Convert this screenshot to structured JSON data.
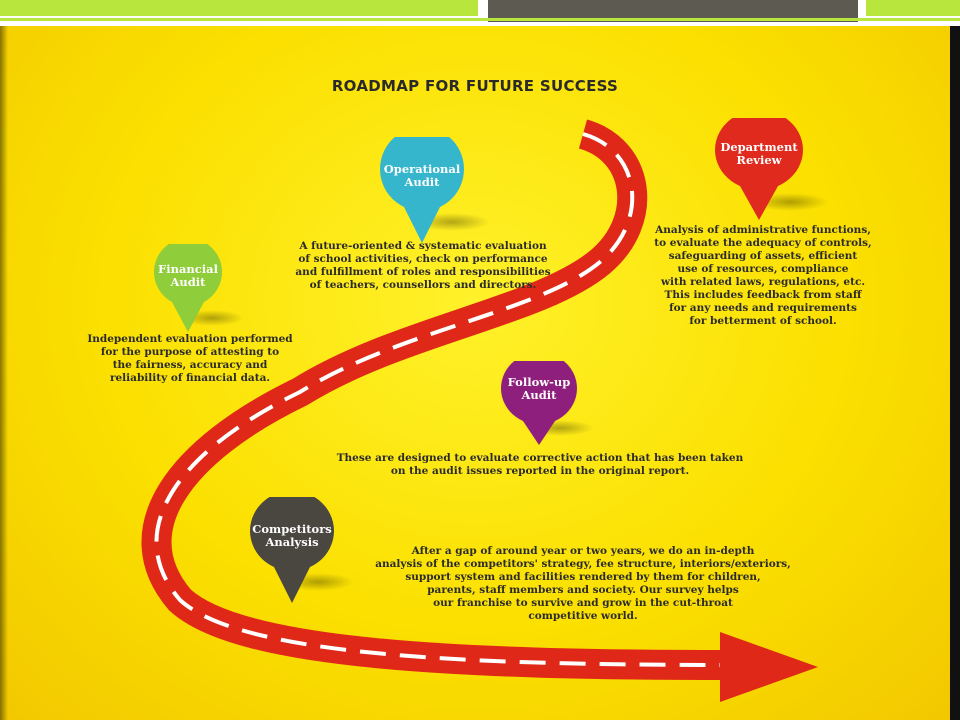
{
  "title": "ROADMAP FOR FUTURE SUCCESS",
  "stages": {
    "financial": {
      "label": "Financial\nAudit",
      "color": "#8fcd3a",
      "description": "Independent evaluation performed\nfor the purpose of attesting to\nthe fairness, accuracy and\nreliability of financial data."
    },
    "operational": {
      "label": "Operational\nAudit",
      "color": "#36b6cc",
      "description": "A future-oriented & systematic evaluation\nof school activities, check on performance\nand fulfillment of roles and responsibilities\nof teachers, counsellors and directors."
    },
    "department": {
      "label": "Department\nReview",
      "color": "#e02a1e",
      "description": "Analysis of administrative functions,\nto evaluate the adequacy of controls,\nsafeguarding of assets, efficient\nuse of resources, compliance\nwith related laws, regulations, etc.\nThis includes feedback from staff\nfor any needs and requirements\nfor betterment of school."
    },
    "followup": {
      "label": "Follow-up\nAudit",
      "color": "#8e1f7c",
      "description": "These are designed to evaluate corrective action that has been taken\non the audit issues reported in the original report."
    },
    "competitors": {
      "label": "Competitors\nAnalysis",
      "color": "#4a4640",
      "description": "After a gap of around year or two years, we do an in-depth\nanalysis of the competitors' strategy, fee structure, interiors/exteriors,\nsupport system and facilities rendered by them for children,\nparents, staff members and society. Our survey helps\nour franchise to survive and grow in the cut-throat\ncompetitive world."
    }
  },
  "road_color": "#e02818",
  "background_color": "#fce700"
}
